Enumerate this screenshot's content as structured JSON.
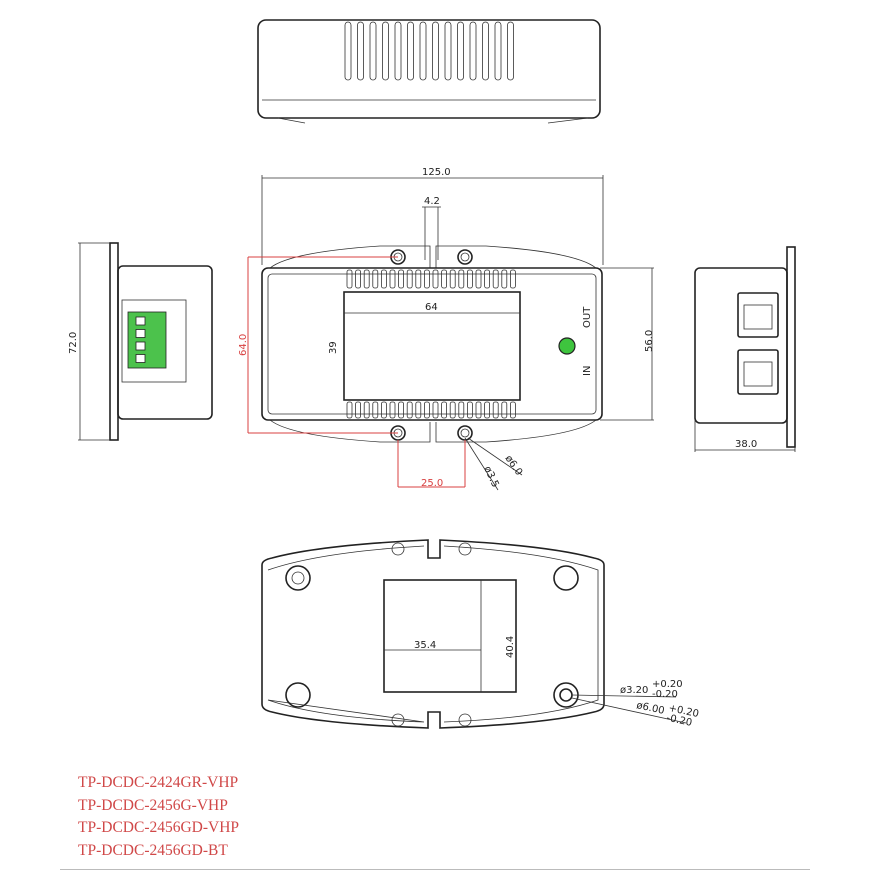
{
  "dimensions": {
    "width_overall": "125.0",
    "slot": "4.2",
    "label_window_width": "64",
    "label_window_height": "39",
    "mount_height": "64.0",
    "body_height": "56.0",
    "side_depth": "72.0",
    "side_width": "38.0",
    "hole_spacing": "25.0",
    "hole_outer": "ø6.0",
    "hole_inner": "ø3.5",
    "bottom_label_width": "35.4",
    "bottom_label_height": "40.4",
    "foot_inner": "ø3.20",
    "foot_outer": "ø6.00",
    "tol_plus": "+0.20",
    "tol_minus": "-0.20"
  },
  "port_labels": {
    "out": "OUT",
    "in": "IN"
  },
  "colors": {
    "dimension_red": "#d84040",
    "led_green": "#3ec43e",
    "terminal_green": "#4cc24c"
  },
  "models": [
    "TP-DCDC-2424GR-VHP",
    "TP-DCDC-2456G-VHP",
    "TP-DCDC-2456GD-VHP",
    "TP-DCDC-2456GD-BT"
  ]
}
